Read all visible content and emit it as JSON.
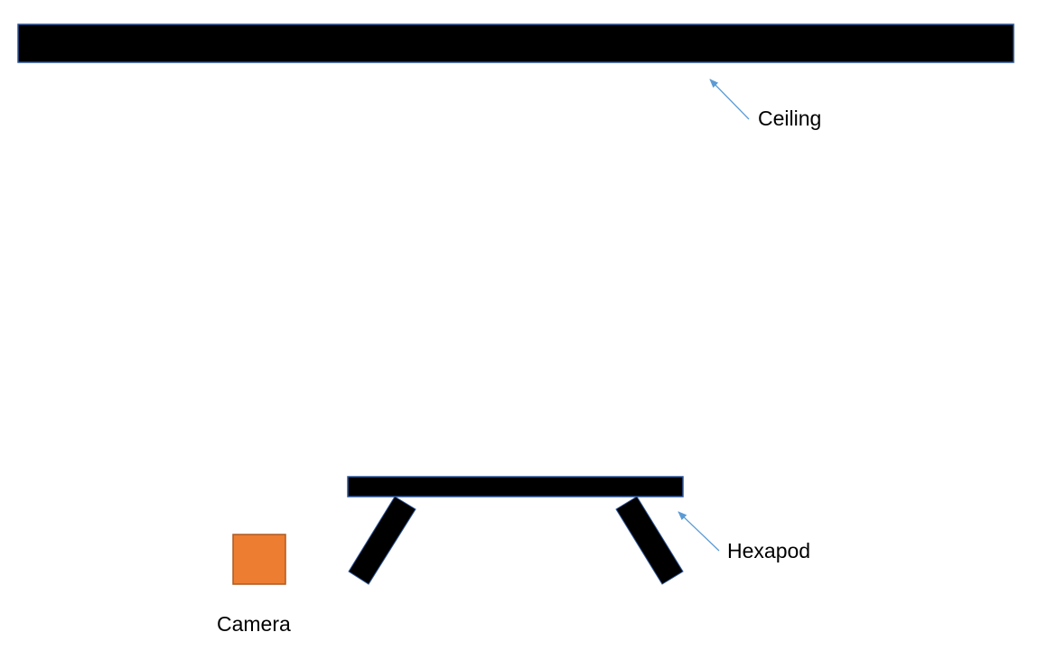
{
  "labels": {
    "ceiling": "Ceiling",
    "hexapod": "Hexapod",
    "camera": "Camera"
  },
  "colors": {
    "structure_fill": "#000000",
    "structure_stroke": "#2E5597",
    "camera_fill": "#ED7D31",
    "camera_stroke": "#AE5A21",
    "arrow": "#5B9BD5",
    "background": "#FFFFFF"
  }
}
